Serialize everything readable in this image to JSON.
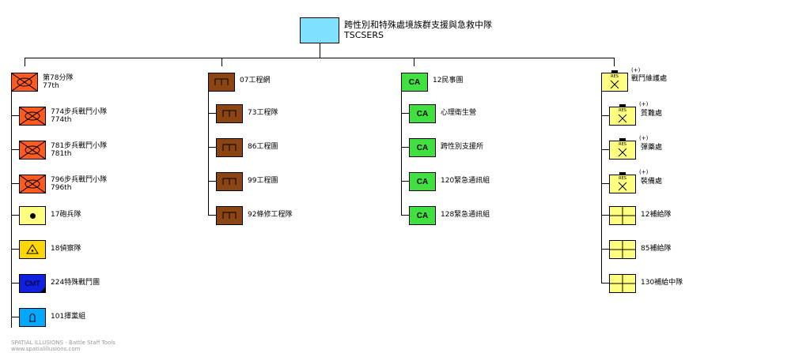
{
  "root": {
    "title": "跨性別和特殊處境族群支援與急救中隊",
    "subtitle": "TSCSERS"
  },
  "branch_infantry": {
    "head": {
      "name": "第78分隊",
      "sub": "77th"
    },
    "children": [
      {
        "name": "774步兵戰鬥小隊",
        "sub": "774th"
      },
      {
        "name": "781步兵戰鬥小隊",
        "sub": "781th"
      },
      {
        "name": "796步兵戰鬥小隊",
        "sub": "796th"
      },
      {
        "name": "17砲兵隊"
      },
      {
        "name": "18偵察隊"
      },
      {
        "name": "224特殊戰鬥團",
        "symbol_text": "CMT"
      },
      {
        "name": "101擇黨組"
      }
    ]
  },
  "branch_engineer": {
    "head": {
      "name": "07工程網"
    },
    "children": [
      {
        "name": "73工程隊"
      },
      {
        "name": "86工程團"
      },
      {
        "name": "99工程團"
      },
      {
        "name": "92條修工程隊"
      }
    ]
  },
  "branch_civil": {
    "head": {
      "name": "12民事團",
      "symbol_text": "CA"
    },
    "children": [
      {
        "name": "心理衛生營",
        "symbol_text": "CA"
      },
      {
        "name": "跨性別支援所",
        "symbol_text": "CA"
      },
      {
        "name": "120緊急通訊組",
        "symbol_text": "CA"
      },
      {
        "name": "128緊急通訊組",
        "symbol_text": "CA"
      }
    ]
  },
  "branch_support": {
    "head": {
      "name": "戰鬥維護處",
      "modifier": "(+)",
      "symbol_text": "RES"
    },
    "children": [
      {
        "name": "質難處",
        "modifier": "(+)",
        "symbol_text": "RES"
      },
      {
        "name": "彈藥處",
        "modifier": "(+)",
        "symbol_text": "RES"
      },
      {
        "name": "裝備處",
        "modifier": "(+)",
        "symbol_text": "RES"
      },
      {
        "name": "12補給隊"
      },
      {
        "name": "85補給隊"
      },
      {
        "name": "130補給中隊"
      }
    ]
  },
  "footer": {
    "line1": "SPATIAL ILLUSIONS - Battle Staff Tools",
    "line2": "www.spatialillusions.com"
  },
  "colors": {
    "root": "#80e0ff",
    "infantry": "#ff5a1f",
    "engineer": "#8b4513",
    "civil": "#3fe040",
    "support": "#ffff80",
    "artillery": "#ffff80",
    "recon": "#ffd700",
    "special": "#1020e0",
    "signal": "#00a8ff"
  }
}
